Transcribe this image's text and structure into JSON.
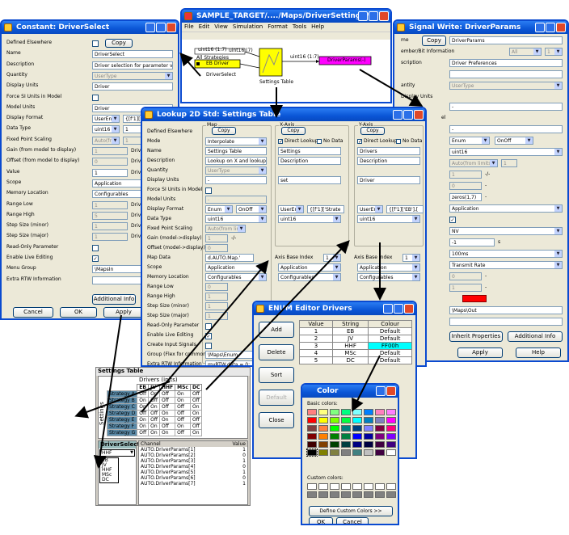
{
  "constant": {
    "title": "Constant: DriverSelect",
    "rows": [
      {
        "label": "Defined Elsewhere",
        "type": "chkbtn",
        "btn": "Copy"
      },
      {
        "label": "Name",
        "value": "DriverSelect"
      },
      {
        "label": "Description",
        "value": "Driver selection for parameter va"
      },
      {
        "label": "Quantity",
        "value": "UserType",
        "gray": true,
        "sel": true
      },
      {
        "label": "Display Units",
        "value": "Driver"
      },
      {
        "label": "Force SI Units in Model",
        "type": "chk"
      },
      {
        "label": "Model Units",
        "value": "Driver"
      },
      {
        "label": "Display Format",
        "value": "UserEnum",
        "sel": true,
        "value2": "{[f'1]['EB"
      },
      {
        "label": "Data Type",
        "value": "uint16",
        "sel": true,
        "value2": "1"
      },
      {
        "label": "Fixed Point Scaling",
        "value": "Auto(from limits)",
        "gray": true,
        "sel": true,
        "value2": "1"
      },
      {
        "label": "Gain\n(from model to display)",
        "value": "1",
        "gray": true,
        "suffix": "Driver"
      },
      {
        "label": "Offset\n(from model to display)",
        "value": "0",
        "gray": true,
        "suffix": "Driver"
      },
      {
        "label": "Value",
        "value": "1",
        "suffix": "Driver"
      },
      {
        "label": "Scope",
        "value": "Application",
        "sel": true
      },
      {
        "label": "Memory Location",
        "value": "Configurables",
        "sel": true
      },
      {
        "label": "Range Low",
        "value": "1",
        "gray": true,
        "suffix": "Driver"
      },
      {
        "label": "Range High",
        "value": "5",
        "gray": true,
        "suffix": "Driver"
      },
      {
        "label": "Step Size (minor)",
        "value": "1",
        "gray": true,
        "suffix": "Driver"
      },
      {
        "label": "Step Size (major)",
        "value": "1",
        "gray": true,
        "suffix": "Driver"
      },
      {
        "label": "Read-Only Parameter",
        "type": "chk"
      },
      {
        "label": "Enable Live Editing",
        "type": "chk",
        "checked": "✓"
      },
      {
        "label": "Menu Group",
        "value": "\\MapsIn"
      },
      {
        "label": "Extra RTW Information",
        "value": ""
      }
    ],
    "additional_info": "Additional Info",
    "cancel": "Cancel",
    "ok": "OK",
    "apply": "Apply"
  },
  "simulink": {
    "title": "SAMPLE_TARGET/..../Maps/DriverSettings *",
    "menu": [
      "File",
      "Edit",
      "View",
      "Simulation",
      "Format",
      "Tools",
      "Help"
    ],
    "sig1": "uint16 (1:7)",
    "sig2": "uint16 (7)",
    "sig3": "uint16 (1:7)",
    "all_strategies": "All Strategies",
    "eb_driver": "EB Driver",
    "driver_select": "DriverSelect",
    "settings_table": "Settings Table",
    "driver_params": "DriverParams(-)"
  },
  "signal": {
    "title": "Signal Write: DriverParams",
    "name_label": "me",
    "copy": "Copy",
    "name_value": "DriverParams",
    "member_label": "ember/Bit Information",
    "member_sel": "All",
    "member_num": "1",
    "desc_label": "scription",
    "desc_value": "Driver Preferences",
    "quant_label": "antity",
    "quant_value": "UserType",
    "disp_label": "Display Units",
    "model_frag": "el",
    "enum_value": "Enum",
    "onoff_value": "OnOff",
    "dtype_value": "uint16",
    "fixed_value": "Auto(from limits)",
    "fixed_val2": "1",
    "gain_value": "1",
    "gain_suffix": "-/-",
    "offset_value": "0",
    "zeros_value": "zeros(1,7)",
    "scope_value": "Application",
    "nv_value": "NV",
    "minus1": "-1",
    "s_unit": "s",
    "rate_value": "100ms",
    "transmit_value": "Transmit Rate",
    "zero_value": "0",
    "one_value": "1",
    "dash": "-",
    "maps_out": "\\Maps\\Out",
    "inherit": "Inherit Properties",
    "additional": "Additional Info",
    "ok_frag": "K",
    "apply": "Apply",
    "help": "Help"
  },
  "lookup": {
    "title": "Lookup 2D Std: Settings Table",
    "col_map": "Map",
    "col_x": "X-Axis",
    "col_y": "Y-Axis",
    "copy": "Copy",
    "direct_lookup": "Direct Lookup",
    "no_data": "No Data",
    "labels": [
      "Defined Elsewhere",
      "Mode",
      "Name",
      "Description",
      "Quantity",
      "Display Units",
      "Force SI Units in Model",
      "Model Units",
      "Display Format",
      "Data Type",
      "Fixed Point Scaling",
      "Gain (model->display)",
      "Offset (model->display)",
      "Map Data",
      "Scope",
      "Memory Location",
      "Range Low",
      "Range High",
      "Step Size (minor)",
      "Step Size (major)",
      "Read-Only Parameter",
      "Enable Live Editing",
      "Create Input Signals",
      "Group (Flex for common)",
      "Extra RTW Information"
    ],
    "map": {
      "mode": "Interpolate",
      "name": "Settings Table",
      "desc": "Lookup on X and lookup on Y",
      "quant": "UserType",
      "units": "-",
      "model_units": "-",
      "fmt1": "Enum",
      "fmt2": "OnOff",
      "dtype": "uint16",
      "fixed": "Auto(from limits)",
      "gain": "1",
      "gain_suffix": "-/-",
      "offset": "0",
      "mapdata": "d.AUTO.Map.'",
      "scope": "Application",
      "mem": "Configurables",
      "rlow": "0",
      "rhigh": "1",
      "smin": "1",
      "smaj": "1",
      "group": "\\Maps\\Enum",
      "extra": "myRTW.data = 0;"
    },
    "x": {
      "name": "Settings",
      "desc": "Description",
      "units": "set",
      "fmt": "UserEnum",
      "fmt2": "{[f'1]['Strate",
      "dtype": "uint16",
      "abi_label": "Axis Base Index",
      "abi": "1",
      "scope": "Application",
      "mem": "Configurables"
    },
    "y": {
      "name": "Drivers",
      "desc": "Description",
      "units": "Driver",
      "fmt": "UserEnum",
      "fmt2": "{[f'1]['EB'],[",
      "dtype": "uint16",
      "abi_label": "Axis Base Index",
      "abi": "1",
      "scope": "Application",
      "mem": "Configurables"
    }
  },
  "enum_editor": {
    "title": "ENUM Editor Drivers",
    "buttons": [
      "Add",
      "Delete",
      "Sort",
      "Default",
      "Close"
    ],
    "headers": [
      "Value",
      "String",
      "Colour"
    ],
    "rows": [
      [
        "1",
        "EB",
        "Default"
      ],
      [
        "2",
        "JV",
        "Default"
      ],
      [
        "3",
        "HHF",
        "FF00h"
      ],
      [
        "4",
        "MSc",
        "Default"
      ],
      [
        "5",
        "DC",
        "Default"
      ]
    ]
  },
  "color": {
    "title": "Color",
    "basic": "Basic colors:",
    "custom": "Custom colors:",
    "define": "Define Custom Colors >>",
    "ok": "OK",
    "cancel": "Cancel",
    "swatches": [
      "#ff8080",
      "#ffff80",
      "#80ff80",
      "#00ff80",
      "#80ffff",
      "#0080ff",
      "#ff80c0",
      "#ff80ff",
      "#ff0000",
      "#ffff00",
      "#80ff00",
      "#00ff40",
      "#00ffff",
      "#0080c0",
      "#8080c0",
      "#ff00ff",
      "#804040",
      "#ff8040",
      "#00ff00",
      "#008080",
      "#004080",
      "#8080ff",
      "#800040",
      "#ff0080",
      "#800000",
      "#ff8000",
      "#008000",
      "#008040",
      "#0000ff",
      "#0000a0",
      "#800080",
      "#8000ff",
      "#400000",
      "#804000",
      "#004000",
      "#004040",
      "#000080",
      "#000040",
      "#400040",
      "#400080",
      "#000000",
      "#808000",
      "#808040",
      "#808080",
      "#408080",
      "#c0c0c0",
      "#400040",
      "#ffffff"
    ],
    "custom_swatches": [
      "#ffffff",
      "#ffffff",
      "#ffffff",
      "#ffffff",
      "#ffffff",
      "#ffffff",
      "#ffffff",
      "#ffffff",
      "#808080",
      "#808080",
      "#808080",
      "#808080",
      "#808080",
      "#808080",
      "#808080",
      "#808080"
    ]
  },
  "settings_table": {
    "title": "Settings Table",
    "drivers_label": "Drivers (inits)",
    "side_label": "Settings",
    "cols": [
      "EB",
      "JV",
      "HHF",
      "MSc",
      "DC"
    ],
    "rows": [
      [
        "Strategy A",
        "Off",
        "On",
        "Off",
        "On",
        "Off"
      ],
      [
        "Strategy B",
        "On",
        "Off",
        "Off",
        "On",
        "Off"
      ],
      [
        "Strategy C",
        "On",
        "On",
        "Off",
        "Off",
        "On"
      ],
      [
        "Strategy D",
        "Off",
        "Off",
        "On",
        "Off",
        "On"
      ],
      [
        "Strategy E",
        "On",
        "Off",
        "On",
        "Off",
        "Off"
      ],
      [
        "Strategy F",
        "On",
        "On",
        "Off",
        "On",
        "Off"
      ],
      [
        "Strategy G",
        "Off",
        "On",
        "On",
        "Off",
        "On"
      ]
    ],
    "driver_select_label": "DriverSelect",
    "driver_select_value": "HHF",
    "driver_options": [
      "EB",
      "JV",
      "HHF",
      "MSc",
      "DC"
    ],
    "channel_header": "Channel",
    "value_header": "Value",
    "channels": [
      [
        "AUTO.DriverParams[1]",
        "1"
      ],
      [
        "AUTO.DriverParams[2]",
        "0"
      ],
      [
        "AUTO.DriverParams[3]",
        "1"
      ],
      [
        "AUTO.DriverParams[4]",
        "0"
      ],
      [
        "AUTO.DriverParams[5]",
        "1"
      ],
      [
        "AUTO.DriverParams[6]",
        "0"
      ],
      [
        "AUTO.DriverParams[7]",
        "1"
      ]
    ]
  }
}
